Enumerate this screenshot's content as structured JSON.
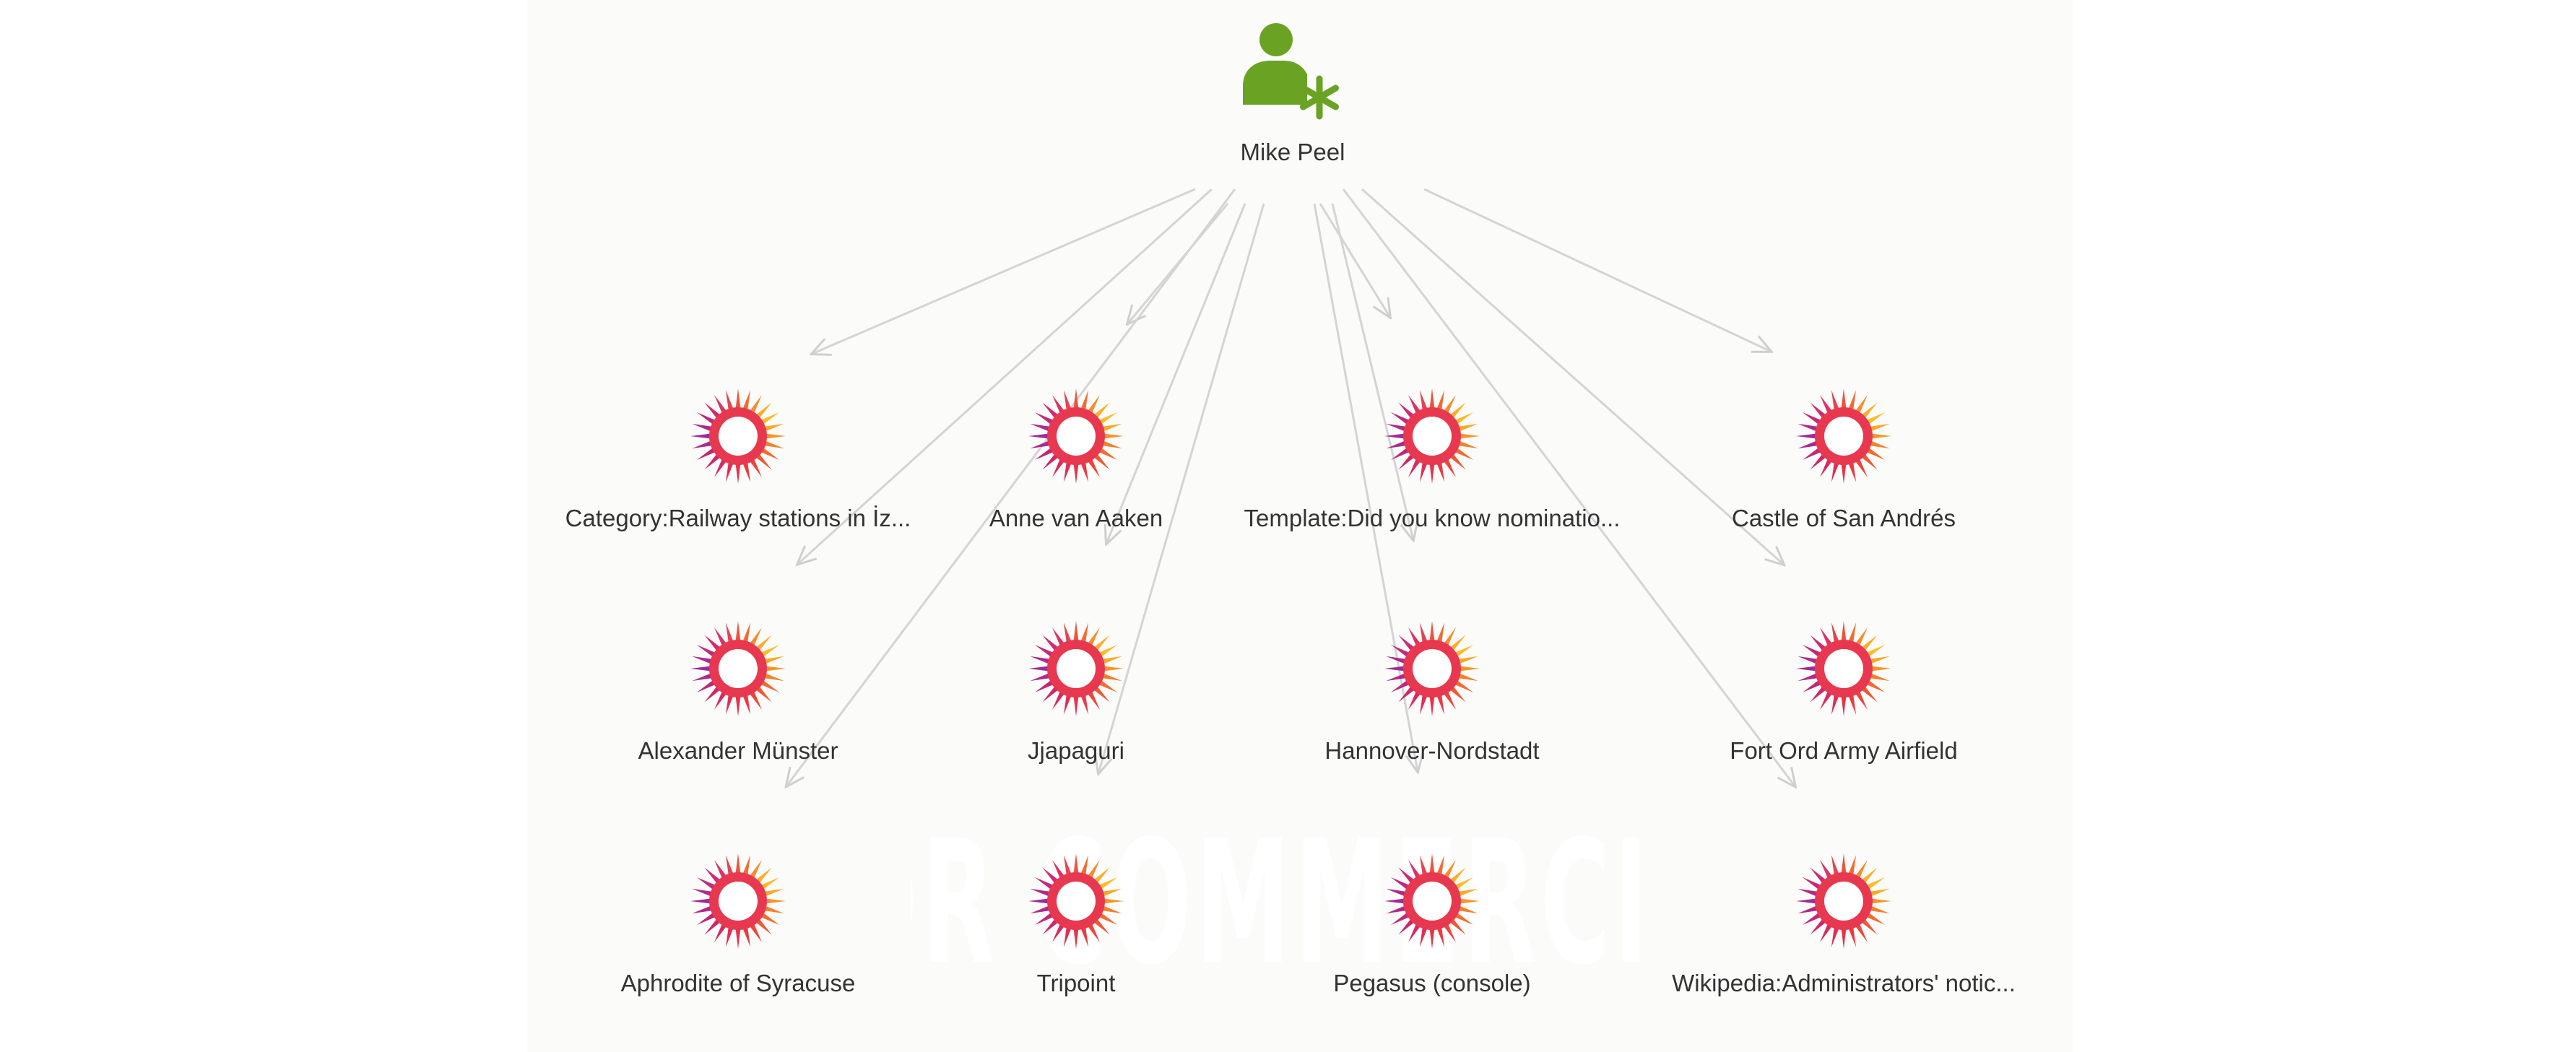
{
  "diagram": {
    "watermark": "NOT FOR COMMERCIAL USE",
    "colors": {
      "background": "#ffffff",
      "panel": "#fbfbfa",
      "edge": "#d4d4d4",
      "label": "#333333",
      "user_icon": "#6aa323"
    },
    "root": {
      "label": "Mike Peel",
      "icon": "user-new-icon"
    },
    "nodes": [
      {
        "id": "n1",
        "label": "Category:Railway stations in İz...",
        "icon": "wikipedia-sunflower-icon"
      },
      {
        "id": "n2",
        "label": "Anne van Aaken",
        "icon": "wikipedia-sunflower-icon"
      },
      {
        "id": "n3",
        "label": "Template:Did you know nominatio...",
        "icon": "wikipedia-sunflower-icon"
      },
      {
        "id": "n4",
        "label": "Castle of San Andrés",
        "icon": "wikipedia-sunflower-icon"
      },
      {
        "id": "n5",
        "label": "Alexander Münster",
        "icon": "wikipedia-sunflower-icon"
      },
      {
        "id": "n6",
        "label": "Jjapaguri",
        "icon": "wikipedia-sunflower-icon"
      },
      {
        "id": "n7",
        "label": "Hannover-Nordstadt",
        "icon": "wikipedia-sunflower-icon"
      },
      {
        "id": "n8",
        "label": "Fort Ord Army Airfield",
        "icon": "wikipedia-sunflower-icon"
      },
      {
        "id": "n9",
        "label": "Aphrodite of Syracuse",
        "icon": "wikipedia-sunflower-icon"
      },
      {
        "id": "n10",
        "label": "Tripoint",
        "icon": "wikipedia-sunflower-icon"
      },
      {
        "id": "n11",
        "label": "Pegasus (console)",
        "icon": "wikipedia-sunflower-icon"
      },
      {
        "id": "n12",
        "label": "Wikipedia:Administrators' notic...",
        "icon": "wikipedia-sunflower-icon"
      }
    ],
    "edges": [
      {
        "from": "root",
        "to": "n1"
      },
      {
        "from": "root",
        "to": "n2"
      },
      {
        "from": "root",
        "to": "n3"
      },
      {
        "from": "root",
        "to": "n4"
      },
      {
        "from": "root",
        "to": "n5"
      },
      {
        "from": "root",
        "to": "n6"
      },
      {
        "from": "root",
        "to": "n7"
      },
      {
        "from": "root",
        "to": "n8"
      },
      {
        "from": "root",
        "to": "n9"
      },
      {
        "from": "root",
        "to": "n10"
      },
      {
        "from": "root",
        "to": "n11"
      },
      {
        "from": "root",
        "to": "n12"
      }
    ]
  }
}
